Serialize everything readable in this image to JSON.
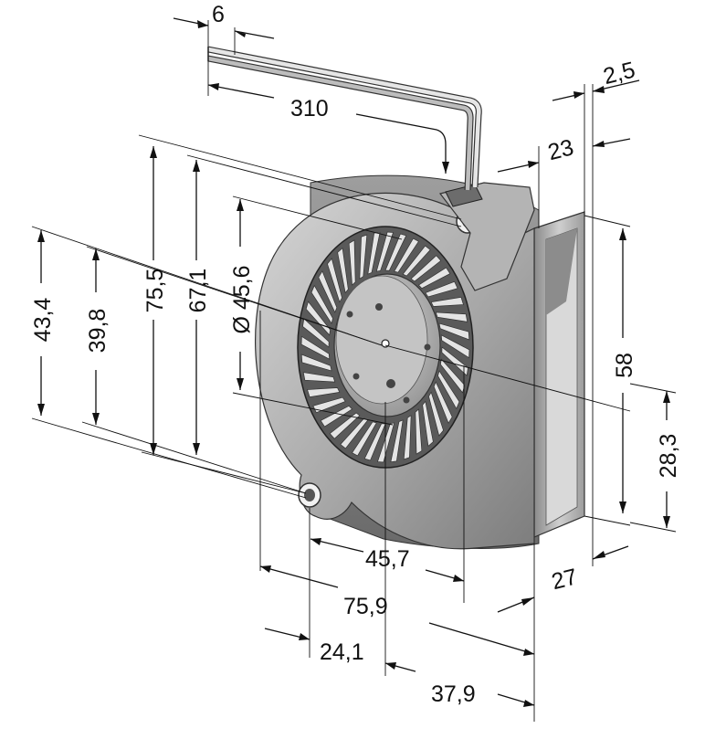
{
  "title": "",
  "dimensions": {
    "cable_strip": "6",
    "cable_length": "310",
    "flange_thickness": "2,5",
    "outlet_depth": "23",
    "height_overall": "75,5",
    "height_mount": "67,1",
    "inlet_diameter": "Ø 45,6",
    "hub_to_mount_a": "43,4",
    "hub_to_mount_b": "39,8",
    "outlet_height": "58",
    "outlet_center": "28,3",
    "hub_width": "45,7",
    "width_overall": "75,9",
    "mount_offset": "24,1",
    "hub_offset": "37,9",
    "housing_depth": "27"
  },
  "colors": {
    "line": "#111111",
    "housing_light": "#c9c9c9",
    "housing_mid": "#9a9a9a",
    "housing_dark": "#6f6f6f",
    "rotor": "#b8b8b8"
  }
}
